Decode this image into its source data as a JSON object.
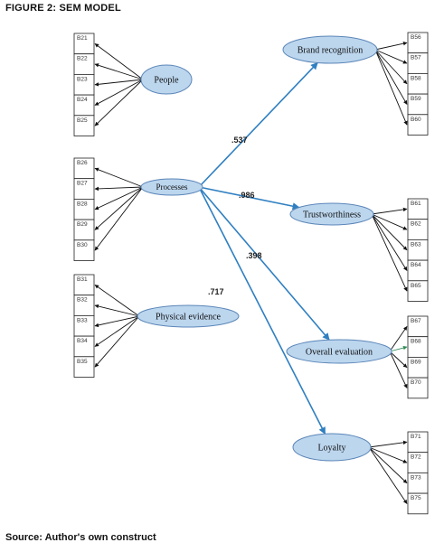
{
  "figure_title": "FIGURE 2: SEM MODEL",
  "source": "Source: Author's own construct",
  "colors": {
    "ellipse_fill": "#bcd6ee",
    "ellipse_stroke": "#5b86b8",
    "path_arrow": "#2f7fc1",
    "indicator_arrow": "#111111",
    "loyalty_arrow": "#2e8b57"
  },
  "constructs": [
    {
      "id": "people",
      "label": "People",
      "indicators": [
        "B21",
        "B22",
        "B23",
        "B24",
        "B25"
      ]
    },
    {
      "id": "processes",
      "label": "Processes",
      "indicators": [
        "B26",
        "B27",
        "B28",
        "B29",
        "B30"
      ]
    },
    {
      "id": "physical_evidence",
      "label": "Physical evidence",
      "indicators": [
        "B31",
        "B32",
        "B33",
        "B34",
        "B35"
      ]
    },
    {
      "id": "brand_recognition",
      "label": "Brand recognition",
      "indicators": [
        "B56",
        "B57",
        "B58",
        "B59",
        "B60"
      ]
    },
    {
      "id": "trustworthiness",
      "label": "Trustworthiness",
      "indicators": [
        "B61",
        "B62",
        "B63",
        "B64",
        "B65"
      ]
    },
    {
      "id": "overall_evaluation",
      "label": "Overall evaluation",
      "indicators": [
        "B67",
        "B68",
        "B69",
        "B70"
      ]
    },
    {
      "id": "loyalty",
      "label": "Loyalty",
      "indicators": [
        "B71",
        "B72",
        "B73",
        "B75"
      ]
    }
  ],
  "paths": [
    {
      "from": "processes",
      "to": "brand_recognition",
      "coefficient": ".537"
    },
    {
      "from": "processes",
      "to": "trustworthiness",
      "coefficient": ".986"
    },
    {
      "from": "processes",
      "to": "overall_evaluation",
      "coefficient": ".398"
    },
    {
      "from": "processes",
      "to": "loyalty",
      "coefficient": ".717"
    }
  ]
}
